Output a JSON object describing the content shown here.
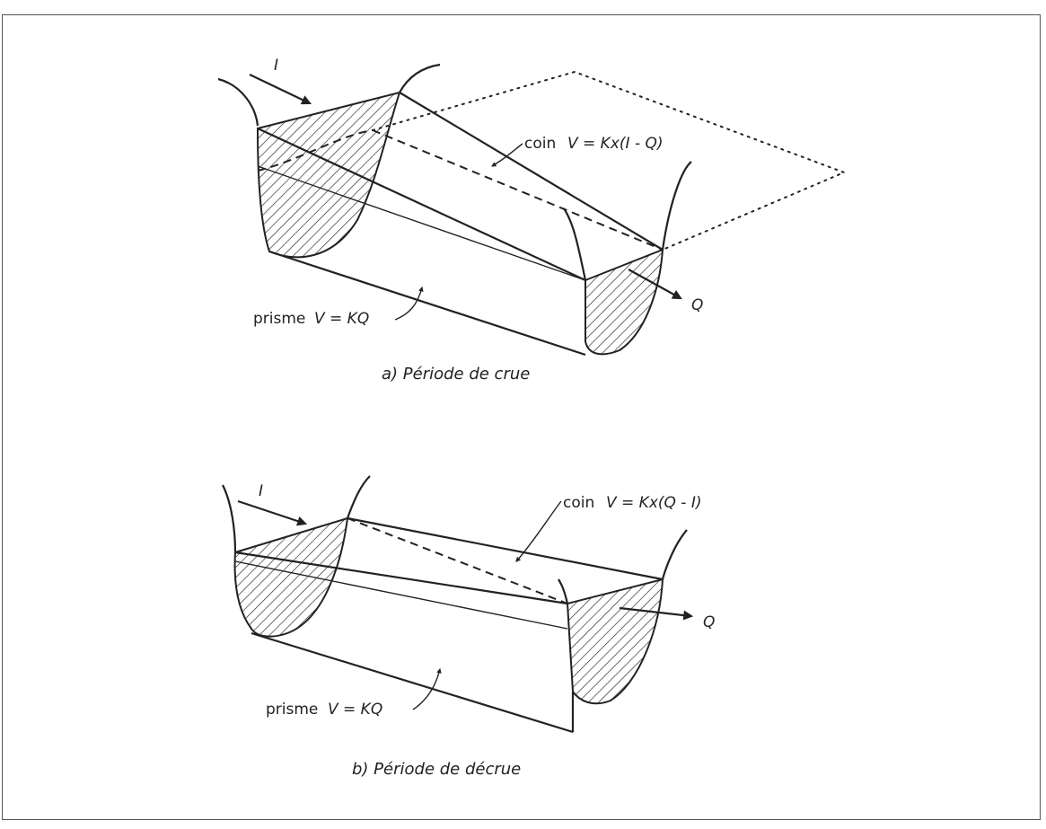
{
  "panel_a": {
    "inflow_label": "I",
    "outflow_label": "Q",
    "wedge_label": "coin",
    "wedge_formula": "V = Kx(I - Q)",
    "prism_label": "prisme",
    "prism_formula": "V = KQ",
    "caption": "a) Période de crue"
  },
  "panel_b": {
    "inflow_label": "I",
    "outflow_label": "Q",
    "wedge_label": "coin",
    "wedge_formula": "V = Kx(Q - I)",
    "prism_label": "prisme",
    "prism_formula": "V = KQ",
    "caption": "b) Période de décrue"
  }
}
